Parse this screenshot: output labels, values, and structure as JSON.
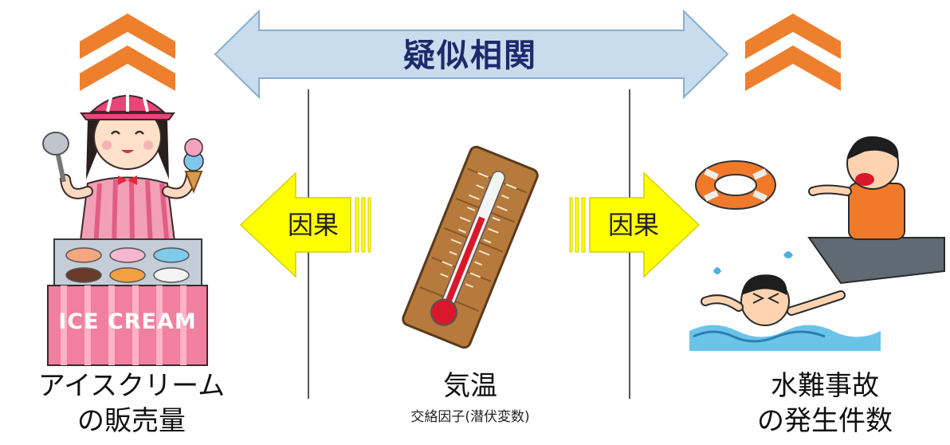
{
  "title": "疑似相関",
  "causal_left": "因果",
  "causal_right": "因果",
  "center": {
    "name": "気温",
    "sub": "交絡因子(潜伏変数)"
  },
  "left_node": {
    "line1": "アイスクリーム",
    "line2": "の販売量",
    "sign_text": "ICE CREAM"
  },
  "right_node": {
    "line1": "水難事故",
    "line2": "の発生件数"
  },
  "colors": {
    "big_arrow": "#c9dcee",
    "big_arrow_stroke": "#8aaed0",
    "causal_arrow": "#ffff00",
    "causal_arrow_stroke": "#d4cf00",
    "chevron": "#ee7f2d",
    "title_text": "#1b2a6b"
  }
}
